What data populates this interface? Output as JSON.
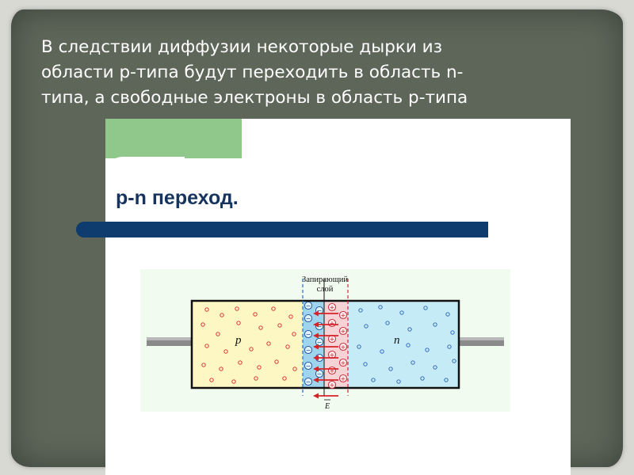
{
  "heading": {
    "line1": "В следствии диффузии некоторые дырки из",
    "line2": "области p-типа будут переходить в область n-",
    "line3": "типа, а свободные электроны в область p-типа"
  },
  "slide": {
    "title": "p-n  переход."
  },
  "diagram": {
    "barrier_label_line1": "Запирающий",
    "barrier_label_line2": "слой",
    "p_label": "p",
    "n_label": "n",
    "field_label": "E",
    "minus_sign": "−",
    "plus_sign": "+"
  },
  "colors": {
    "background": "#5d6659",
    "green_accent": "#8fc88a",
    "title_blue": "#16345e",
    "bar_blue": "#0e3c6f",
    "p_region": "#fdf7c4",
    "n_region": "#c5ecf6",
    "depletion_blue": "#9fd4ef",
    "depletion_pink": "#f8d3d6",
    "arrow_red": "#d8222a"
  }
}
